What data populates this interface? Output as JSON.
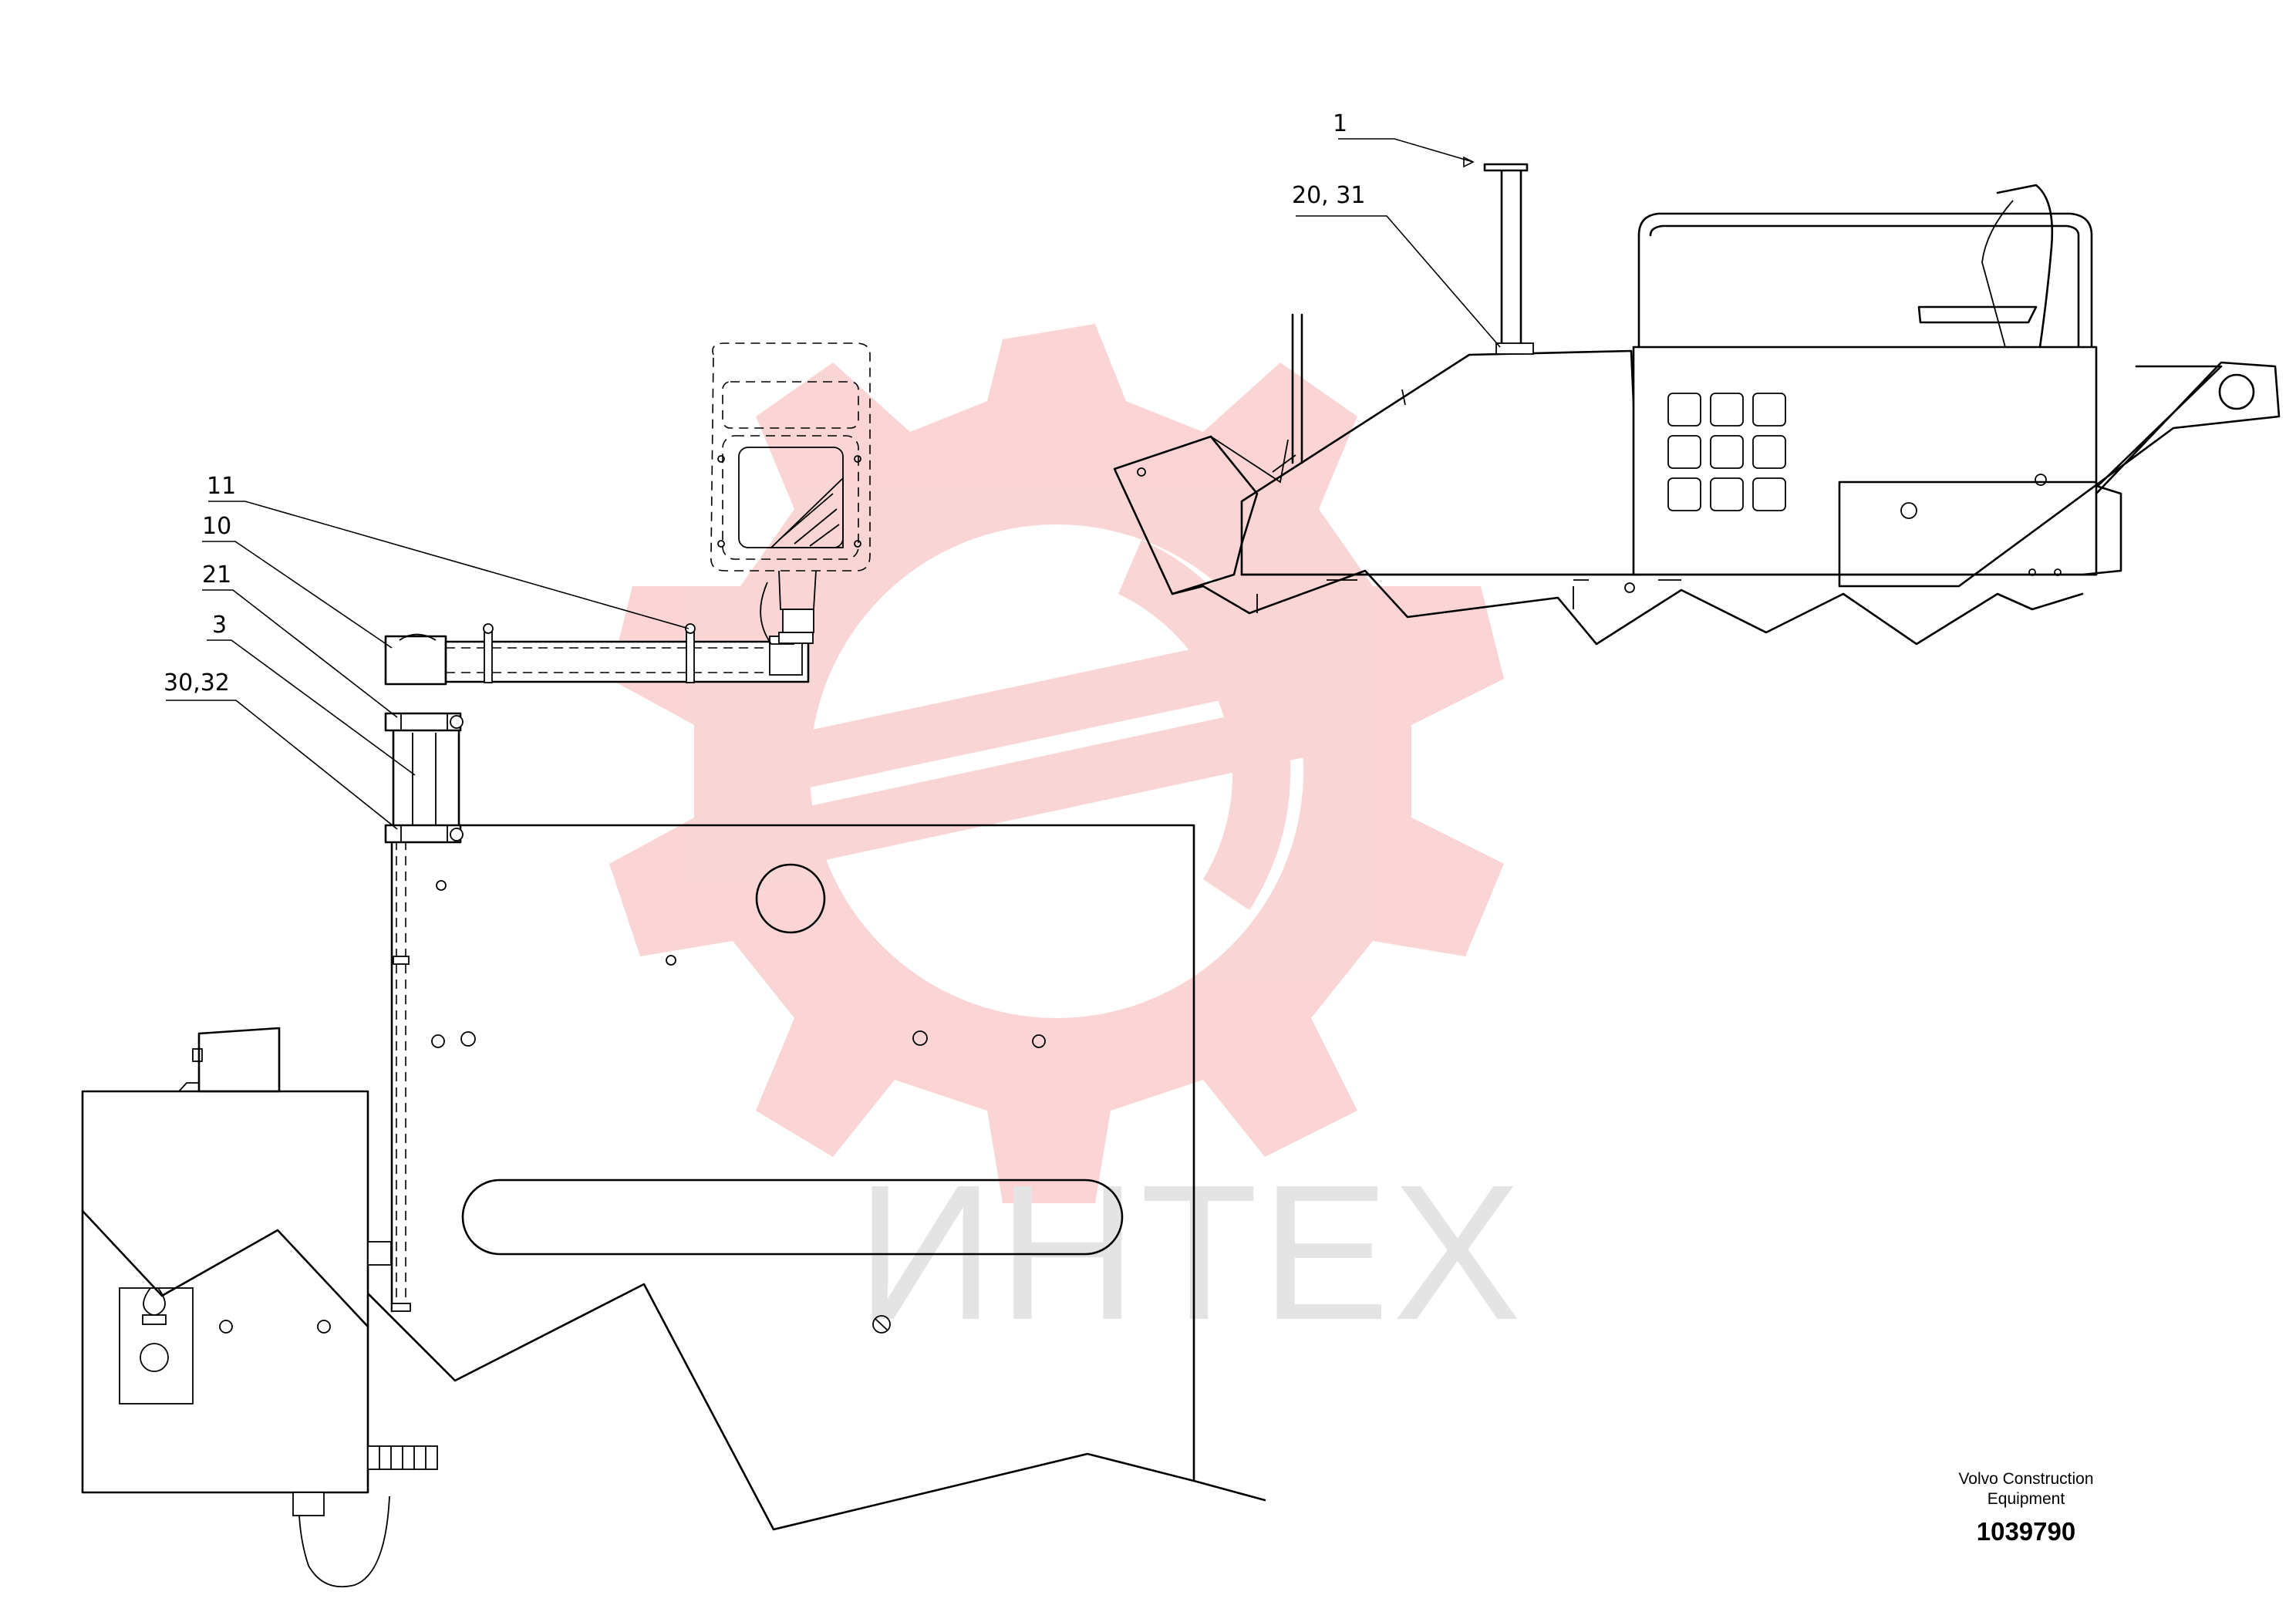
{
  "watermark": {
    "text": "ИНТЕХ",
    "color": "#f9c7c7"
  },
  "callouts": [
    {
      "id": "c1",
      "label": "1"
    },
    {
      "id": "c20_31",
      "label": "20, 31"
    },
    {
      "id": "c11",
      "label": "11"
    },
    {
      "id": "c10",
      "label": "10"
    },
    {
      "id": "c21",
      "label": "21"
    },
    {
      "id": "c3",
      "label": "3"
    },
    {
      "id": "c30_32",
      "label": "30,32"
    }
  ],
  "credit": {
    "line1": "Volvo Construction",
    "line2": "Equipment",
    "number": "1039790"
  }
}
